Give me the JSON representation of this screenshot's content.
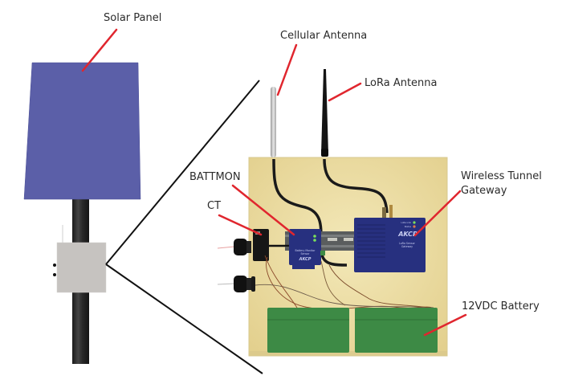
{
  "labels": {
    "solar_panel": "Solar Panel",
    "cellular_antenna": "Cellular Antenna",
    "lora_antenna": "LoRa Antenna",
    "battmon": "BATTMON",
    "ct": "CT",
    "wireless_tunnel_gateway_line1": "Wireless Tunnel",
    "wireless_tunnel_gateway_line2": "Gateway",
    "battery": "12VDC Battery"
  },
  "devices": {
    "battmon": {
      "name_line1": "Battery Monitor",
      "name_line2": "Sensor",
      "brand": "AKCP"
    },
    "gateway": {
      "name_line1": "LoRa Sensor",
      "name_line2": "Gateway",
      "brand": "AKCP",
      "led1": "LoRa Link",
      "led2": "Status"
    }
  },
  "colors": {
    "callout": "#e0262e",
    "solar_panel": "#5b5fa8",
    "enclosure_board": "#ecdfa8",
    "battery": "#3d8a45",
    "device_blue": "#27307f",
    "pole": "#2a2a2a",
    "junction_box": "#c6c3c0"
  }
}
